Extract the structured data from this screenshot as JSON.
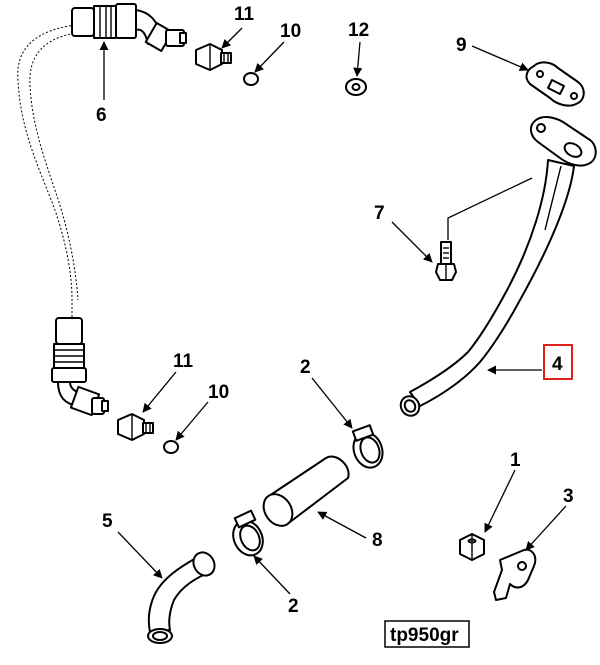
{
  "callouts": {
    "c6": "6",
    "c11a": "11",
    "c10a": "10",
    "c12": "12",
    "c9": "9",
    "c7": "7",
    "c4": "4",
    "c2a": "2",
    "c11b": "11",
    "c10b": "10",
    "c1": "1",
    "c3": "3",
    "c5": "5",
    "c8": "8",
    "c2b": "2"
  },
  "figure_ref": "tp950gr",
  "highlight_color": "#e0201b"
}
